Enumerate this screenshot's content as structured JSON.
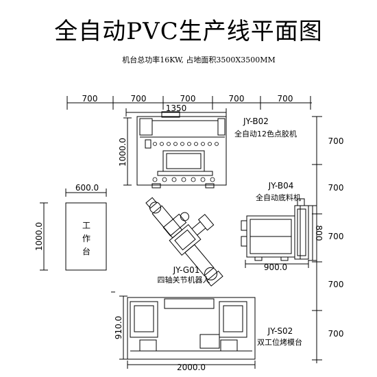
{
  "title": "全自动PVC生产线平面图",
  "subtitle": "机台总功率16KW, 占地面积3500X3500MM",
  "top_dims": [
    "700",
    "700",
    "700",
    "700",
    "700"
  ],
  "right_dims": [
    "700",
    "700",
    "700",
    "700",
    "700"
  ],
  "machines": {
    "b02": {
      "code": "JY-B02",
      "name": "全自动12色点胶机",
      "width": "1350",
      "height": "1000.0"
    },
    "b04": {
      "code": "JY-B04",
      "name": "全自动底料机",
      "width": "900.0",
      "height": "800"
    },
    "g01": {
      "code": "JY-G01",
      "name": "四轴关节机器人"
    },
    "s02": {
      "code": "JY-S02",
      "name": "双工位烤模台",
      "width": "2000.0",
      "height": "910.0"
    },
    "workbench": {
      "chars": [
        "工",
        "作",
        "台"
      ],
      "width": "600.0",
      "height": "1000.0"
    }
  }
}
